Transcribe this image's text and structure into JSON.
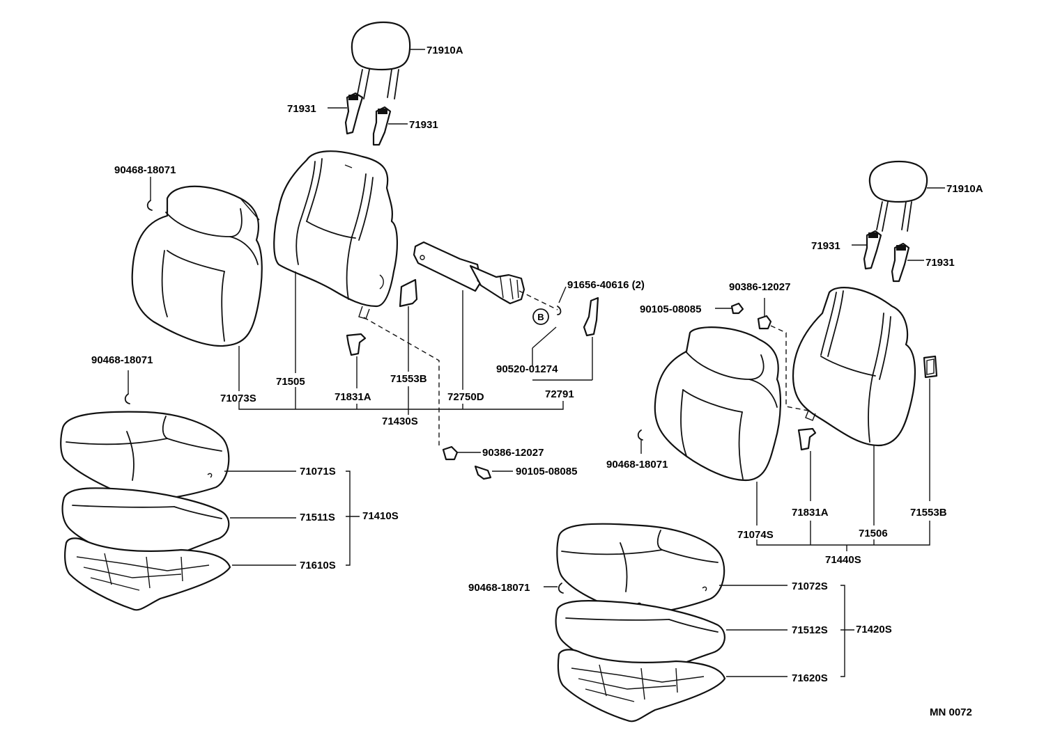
{
  "labels": {
    "p71910A_a": "71910A",
    "p71931_a": "71931",
    "p71931_b": "71931",
    "p90468_a": "90468-18071",
    "p90468_b": "90468-18071",
    "p71073S": "71073S",
    "p71505": "71505",
    "p71831A_a": "71831A",
    "p71553B_a": "71553B",
    "p72750D": "72750D",
    "p91656": "91656-40616 (2)",
    "p90520": "90520-01274",
    "p72791": "72791",
    "p71430S": "71430S",
    "p90386_a": "90386-12027",
    "p90105_a": "90105-08085",
    "p71071S": "71071S",
    "p71511S": "71511S",
    "p71410S": "71410S",
    "p71610S": "71610S",
    "p71910A_b": "71910A",
    "p71931_c": "71931",
    "p71931_d": "71931",
    "p90386_b": "90386-12027",
    "p90105_b": "90105-08085",
    "p90468_c": "90468-18071",
    "p71074S": "71074S",
    "p71831A_b": "71831A",
    "p71506": "71506",
    "p71553B_b": "71553B",
    "p71440S": "71440S",
    "p90468_d": "90468-18071",
    "p71072S": "71072S",
    "p71512S": "71512S",
    "p71420S": "71420S",
    "p71620S": "71620S",
    "refB": "B",
    "code": "MN 0072"
  }
}
